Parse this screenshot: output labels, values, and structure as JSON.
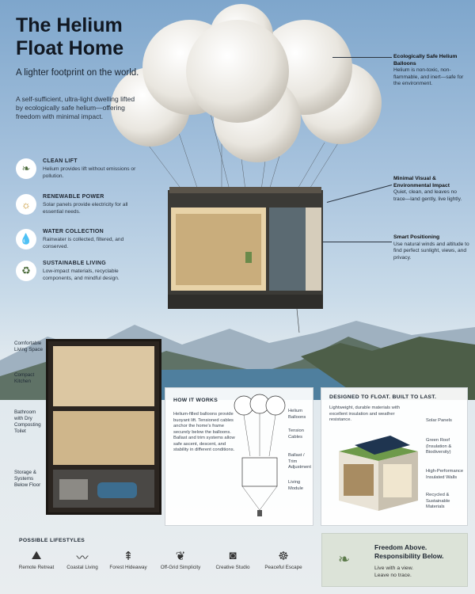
{
  "header": {
    "title_line1": "The Helium",
    "title_line2": "Float Home",
    "subtitle": "A lighter footprint on the world.",
    "intro": "A self-sufficient, ultra-light dwelling lifted by ecologically safe helium—offering freedom with minimal impact."
  },
  "features": [
    {
      "icon": "leaf-icon",
      "title": "CLEAN LIFT",
      "desc": "Helium provides lift without emissions or pollution."
    },
    {
      "icon": "sun-icon",
      "title": "RENEWABLE POWER",
      "desc": "Solar panels provide electricity for all essential needs."
    },
    {
      "icon": "water-drop-icon",
      "title": "WATER COLLECTION",
      "desc": "Rainwater is collected, filtered, and conserved."
    },
    {
      "icon": "recycle-icon",
      "title": "SUSTAINABLE LIVING",
      "desc": "Low-impact materials, recyclable components, and mindful design."
    }
  ],
  "callouts": [
    {
      "title": "Ecologically Safe Helium Balloons",
      "desc": "Helium is non-toxic, non-flammable, and inert—safe for the environment."
    },
    {
      "title": "Minimal Visual & Environmental Impact",
      "desc": "Quiet, clean, and leaves no trace—land gently, live lightly."
    },
    {
      "title": "Smart Positioning",
      "desc": "Use natural winds and altitude to find perfect sunlight, views, and privacy."
    }
  ],
  "section_labels": [
    "Comfortable Living Space",
    "Compact Kitchen",
    "Bathroom with Dry Composting Toilet",
    "Storage & Systems Below Floor"
  ],
  "how_it_works": {
    "heading": "HOW IT WORKS",
    "text": "Helium-filled balloons provide buoyant lift. Tensioned cables anchor the home's frame securely below the balloons. Ballast and trim systems allow safe ascent, descent, and stability in different conditions.",
    "labels": [
      "Helium Balloons",
      "Tension Cables",
      "Ballast / Trim Adjustment",
      "Living Module"
    ]
  },
  "designed": {
    "heading": "DESIGNED TO FLOAT. BUILT TO LAST.",
    "text": "Lightweight, durable materials with excellent insulation and weather resistance.",
    "labels": [
      "Solar Panels",
      "Green Roof (Insulation & Biodiversity)",
      "High-Performance Insulated Walls",
      "Recycled & Sustainable Materials"
    ]
  },
  "lifestyles": {
    "heading": "POSSIBLE LIFESTYLES",
    "items": [
      {
        "icon": "mountain-icon",
        "label": "Remote Retreat"
      },
      {
        "icon": "wave-icon",
        "label": "Coastal Living"
      },
      {
        "icon": "tree-icon",
        "label": "Forest Hideaway"
      },
      {
        "icon": "hand-leaf-icon",
        "label": "Off-Grid Simplicity"
      },
      {
        "icon": "camera-icon",
        "label": "Creative Studio"
      },
      {
        "icon": "meditation-icon",
        "label": "Peaceful Escape"
      }
    ]
  },
  "freedom": {
    "title_line1": "Freedom Above.",
    "title_line2": "Responsibility Below.",
    "line1": "Live with a view.",
    "line2": "Leave no trace."
  }
}
